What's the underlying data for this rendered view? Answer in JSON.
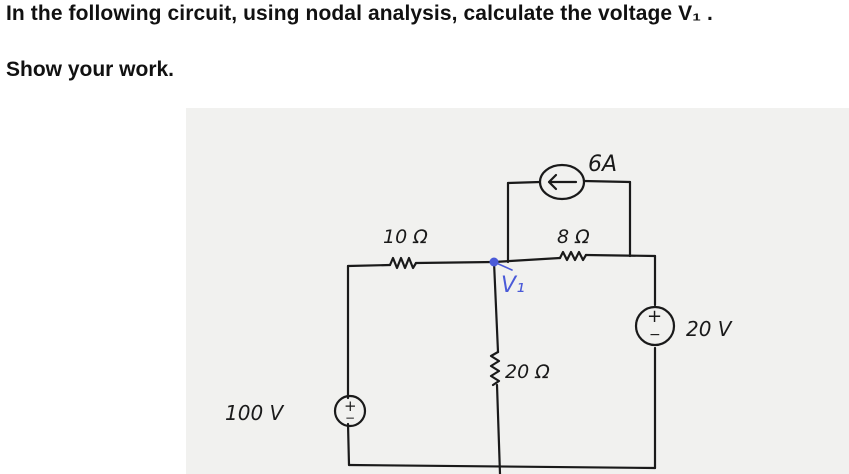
{
  "problem": {
    "question": "In the following circuit, using nodal analysis, calculate the voltage V₁ .",
    "instruction": "Show your work."
  },
  "circuit": {
    "current_source_label": "6A",
    "resistor_top_left_label": "10 Ω",
    "resistor_top_right_label": "8 Ω",
    "resistor_middle_label": "20 Ω",
    "node_label": "V₁",
    "source_left_label": "100 V",
    "source_right_label": "20 V",
    "plus_sign": "+",
    "minus_sign": "−",
    "node_color": "#4a5ad8",
    "ink_color": "#1a1a1a"
  }
}
